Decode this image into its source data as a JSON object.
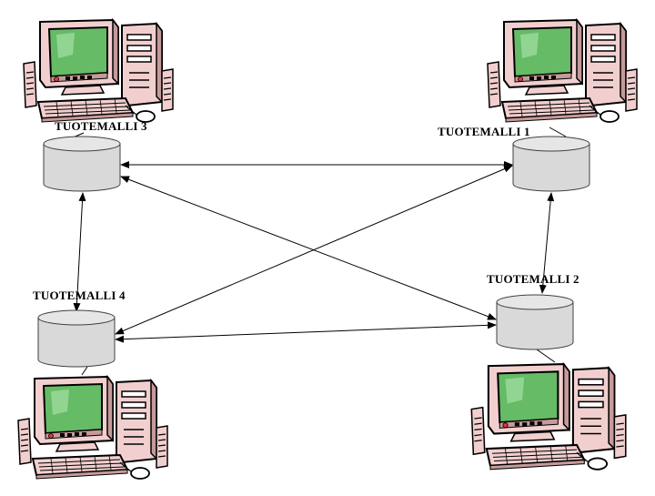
{
  "diagram": {
    "nodes": [
      {
        "id": "node3",
        "label": "TUOTEMALLI 3",
        "icon": "desktop-computer-icon",
        "shape": "database-cylinder"
      },
      {
        "id": "node1",
        "label": "TUOTEMALLI 1",
        "icon": "desktop-computer-icon",
        "shape": "database-cylinder"
      },
      {
        "id": "node4",
        "label": "TUOTEMALLI 4",
        "icon": "desktop-computer-icon",
        "shape": "database-cylinder"
      },
      {
        "id": "node2",
        "label": "TUOTEMALLI 2",
        "icon": "desktop-computer-icon",
        "shape": "database-cylinder"
      }
    ],
    "edges": [
      {
        "from": "node3",
        "to": "node1",
        "arrows": "both"
      },
      {
        "from": "node3",
        "to": "node2",
        "arrows": "both"
      },
      {
        "from": "node3",
        "to": "node4",
        "arrows": "both"
      },
      {
        "from": "node4",
        "to": "node1",
        "arrows": "both"
      },
      {
        "from": "node4",
        "to": "node2",
        "arrows": "both"
      },
      {
        "from": "node1",
        "to": "node2",
        "arrows": "both"
      }
    ]
  },
  "colors": {
    "cylinder_fill": "#d9d9d9",
    "cylinder_stroke": "#404040",
    "screen": "#66bb66",
    "screen_dark": "#3f8f3f",
    "case": "#f2cfcf",
    "case_dark": "#b58a8a",
    "line": "#000000"
  }
}
